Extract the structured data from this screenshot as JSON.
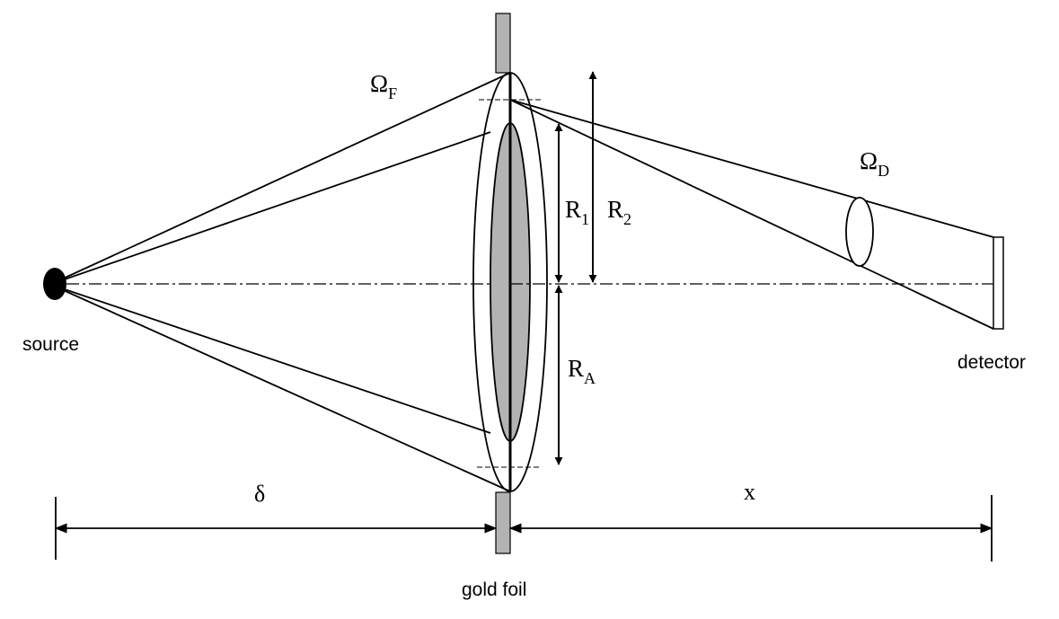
{
  "labels": {
    "source": "source",
    "detector": "detector",
    "gold_foil": "gold foil",
    "omega_f": {
      "base": "Ω",
      "sub": "F"
    },
    "omega_d": {
      "base": "Ω",
      "sub": "D"
    },
    "r1": {
      "base": "R",
      "sub": "1"
    },
    "r2": {
      "base": "R",
      "sub": "2"
    },
    "ra": {
      "base": "R",
      "sub": "A"
    },
    "delta": "δ",
    "x": "x"
  },
  "colors": {
    "line": "#000000",
    "foil_fill": "#b3b3b3",
    "source_fill": "#000000",
    "background": "#ffffff"
  }
}
